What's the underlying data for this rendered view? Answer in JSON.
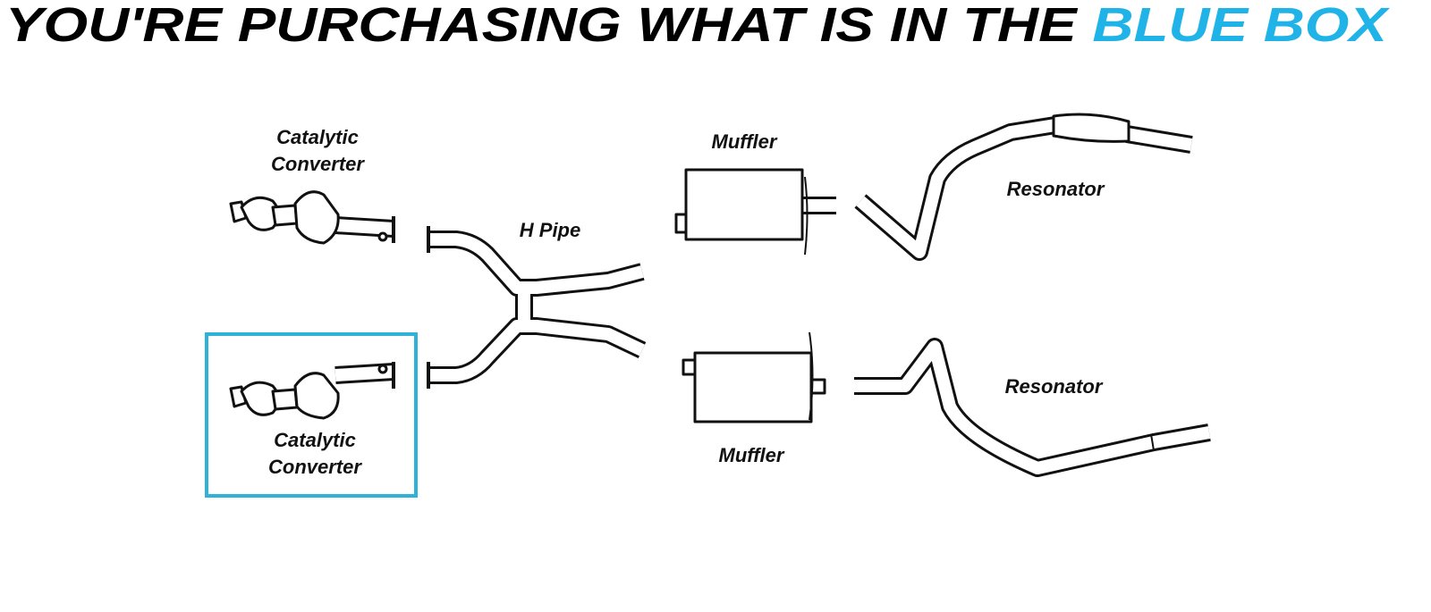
{
  "title": {
    "prefix": "YOU'RE PURCHASING WHAT IS IN THE ",
    "highlight": "BLUE BOX"
  },
  "colors": {
    "accent": "#1fb3e8",
    "box": "#2eb2d8",
    "ink": "#111111"
  },
  "labels": {
    "cat_top_1": "Catalytic",
    "cat_top_2": "Converter",
    "cat_bottom_1": "Catalytic",
    "cat_bottom_2": "Converter",
    "h_pipe": "H Pipe",
    "muffler_top": "Muffler",
    "muffler_bottom": "Muffler",
    "resonator_top": "Resonator",
    "resonator_bottom": "Resonator"
  }
}
